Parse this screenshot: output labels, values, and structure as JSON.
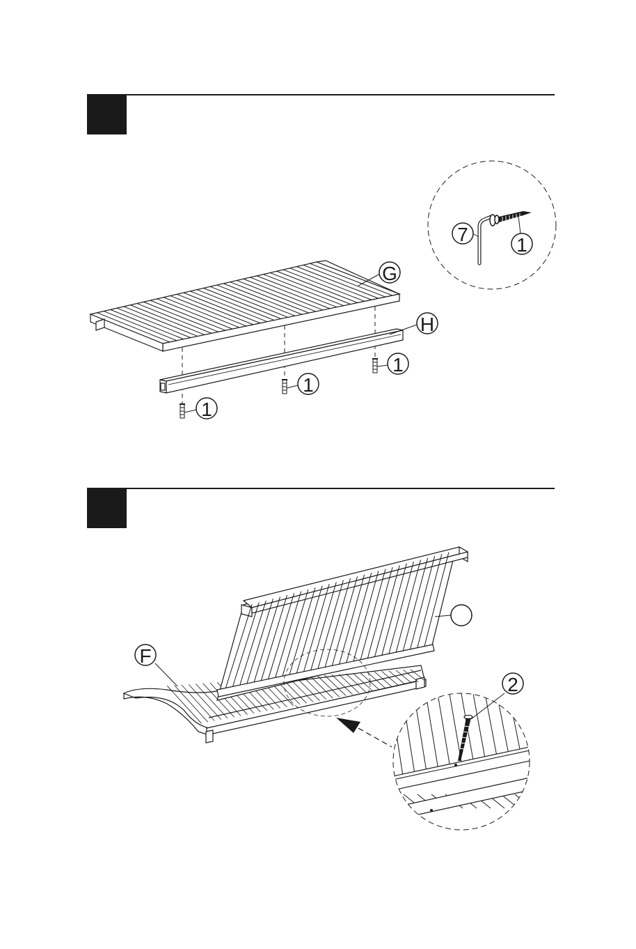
{
  "steps": [
    {
      "number": "",
      "parts": {
        "seat_panel": "G",
        "rail": "H",
        "screw": "1",
        "hex_key": "7"
      }
    },
    {
      "number": "",
      "parts": {
        "lounger_frame": "F",
        "back_panel": "",
        "screw": "2"
      }
    }
  ],
  "colors": {
    "ink": "#1a1a1a",
    "paper": "#ffffff"
  }
}
